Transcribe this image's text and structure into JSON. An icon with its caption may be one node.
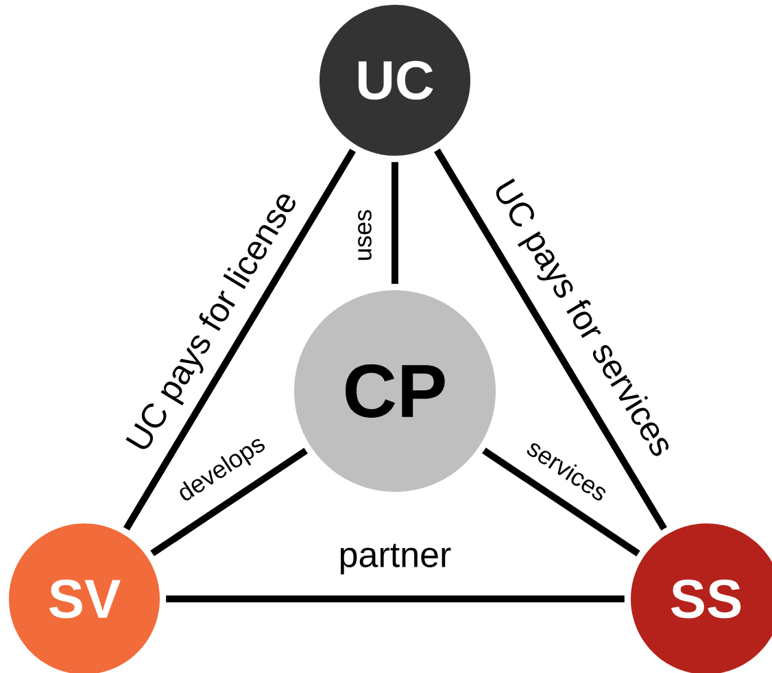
{
  "diagram": {
    "nodes": [
      {
        "text": [
          "UC"
        ]
      },
      {
        "text": [
          "CP"
        ]
      },
      {
        "text": [
          "SV"
        ]
      },
      {
        "text": [
          "SS"
        ]
      }
    ],
    "edges": [
      {
        "from": 0,
        "to": 2,
        "arrow": "none",
        "label": "UC pays for license"
      },
      {
        "from": 0,
        "to": 1,
        "arrow": "none",
        "label": "uses"
      },
      {
        "from": 0,
        "to": 3,
        "arrow": "none",
        "label": "UC pays for services"
      },
      {
        "from": 1,
        "to": 2,
        "arrow": "none",
        "label": "develops"
      },
      {
        "from": 1,
        "to": 3,
        "arrow": "none",
        "label": "services"
      },
      {
        "from": 2,
        "to": 3,
        "arrow": "none",
        "label": "partner"
      }
    ]
  }
}
